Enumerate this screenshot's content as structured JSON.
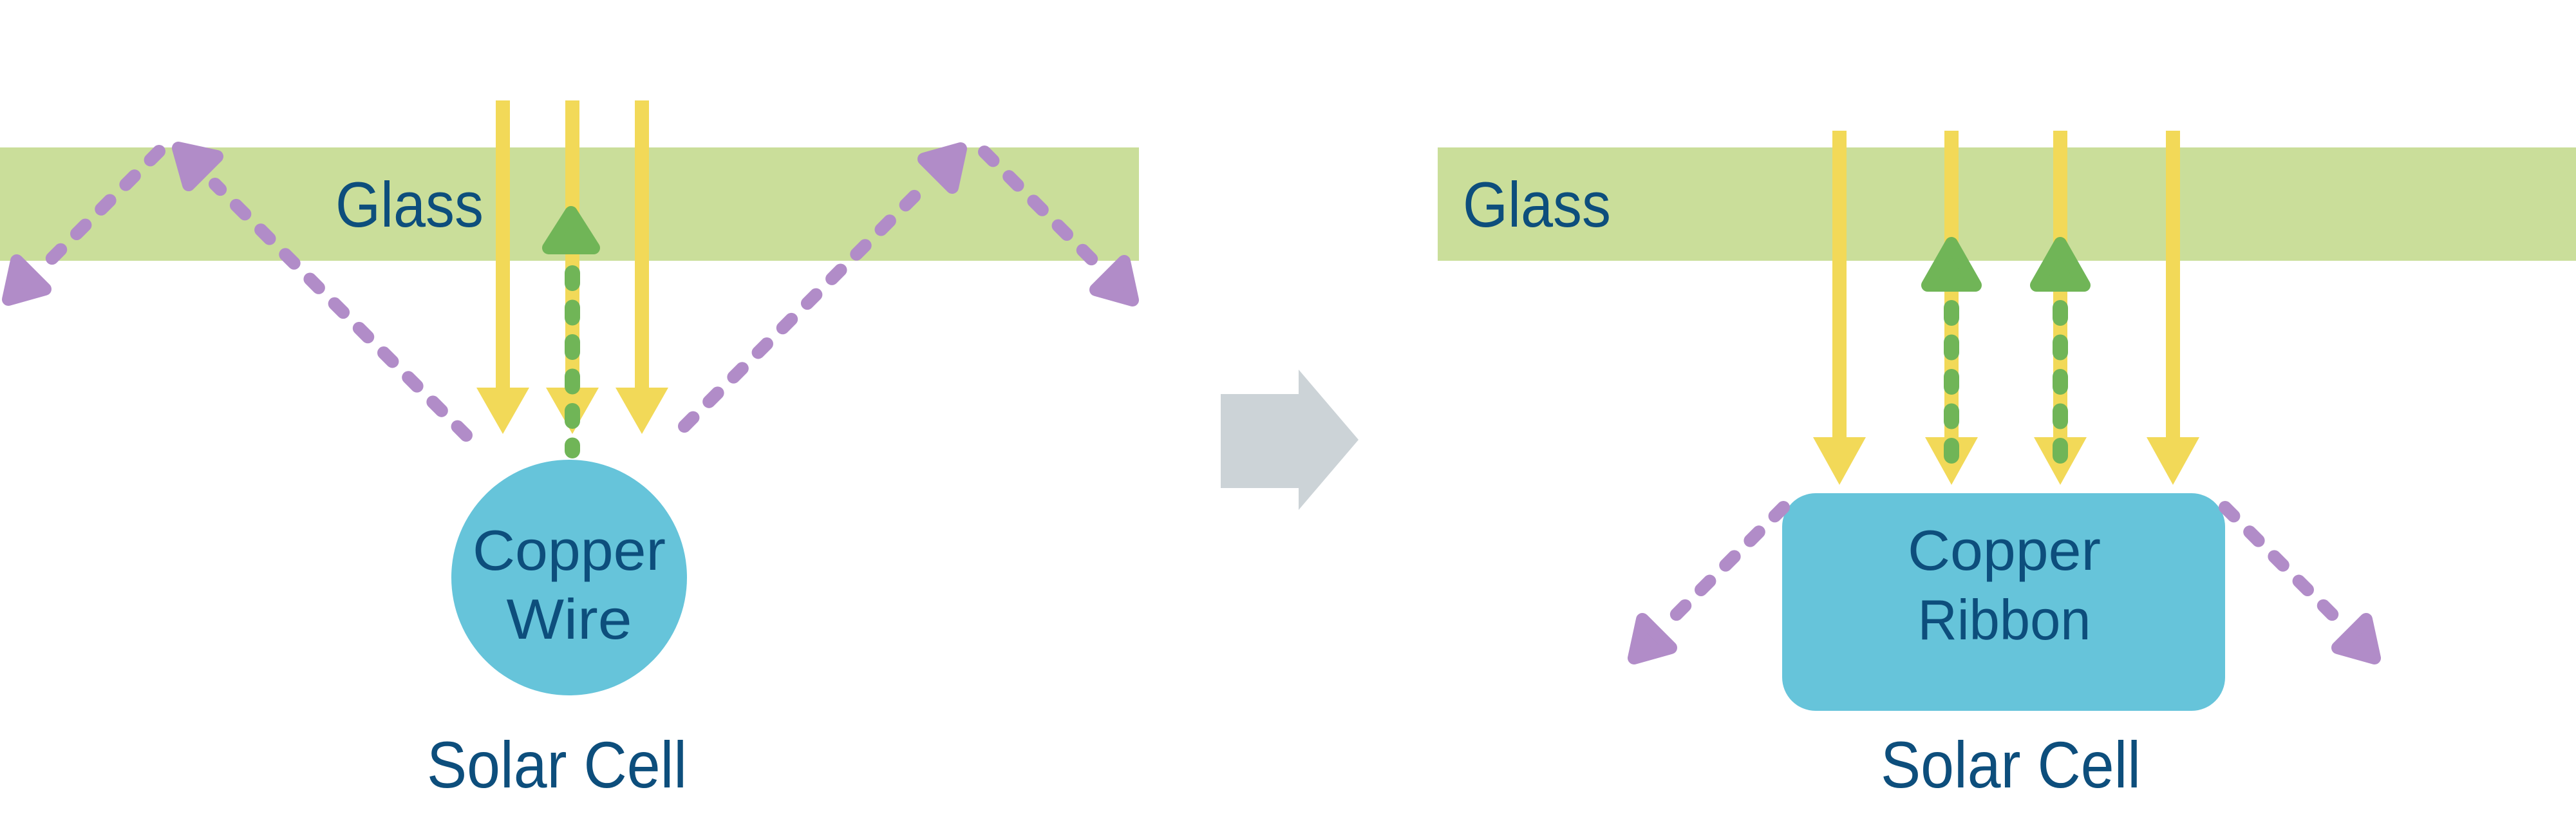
{
  "diagram": {
    "description": "Comparison of light capture in a solar module: round copper wire versus flat copper ribbon under glass",
    "panels": {
      "before": {
        "glass_label": "Glass",
        "conductor_line1": "Copper",
        "conductor_line2": "Wire",
        "cell_label": "Solar Cell",
        "sunlight_arrow_count": 3,
        "absorbed_arrow_count": 1,
        "reflected_ray_count": 2
      },
      "after": {
        "glass_label": "Glass",
        "conductor_line1": "Copper",
        "conductor_line2": "Ribbon",
        "cell_label": "Solar Cell",
        "sunlight_arrow_count": 4,
        "absorbed_arrow_count": 2,
        "reflected_ray_count": 2
      }
    },
    "colors": {
      "background": "#ffffff",
      "glass": "#cade9a",
      "label_text": "#0d4e7c",
      "sunlight_yellow": "#f2d958",
      "absorbed_green": "#70b557",
      "reflected_purple": "#b18cc8",
      "conductor_teal": "#66c4da",
      "transition_gray": "#ccd3d7"
    }
  }
}
